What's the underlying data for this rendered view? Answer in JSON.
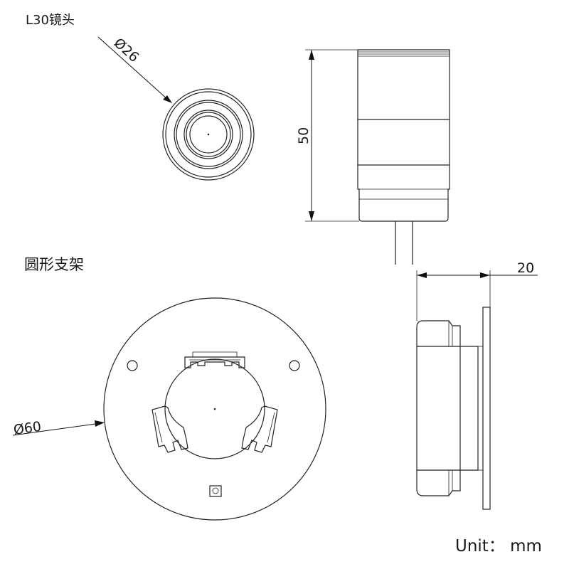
{
  "labels": {
    "lens_title": "L30镜头",
    "lens_diameter": "Ø26",
    "lens_height": "50",
    "bracket_title": "圆形支架",
    "bracket_diameter": "Ø60",
    "bracket_depth": "20",
    "unit": "Unit： mm"
  }
}
